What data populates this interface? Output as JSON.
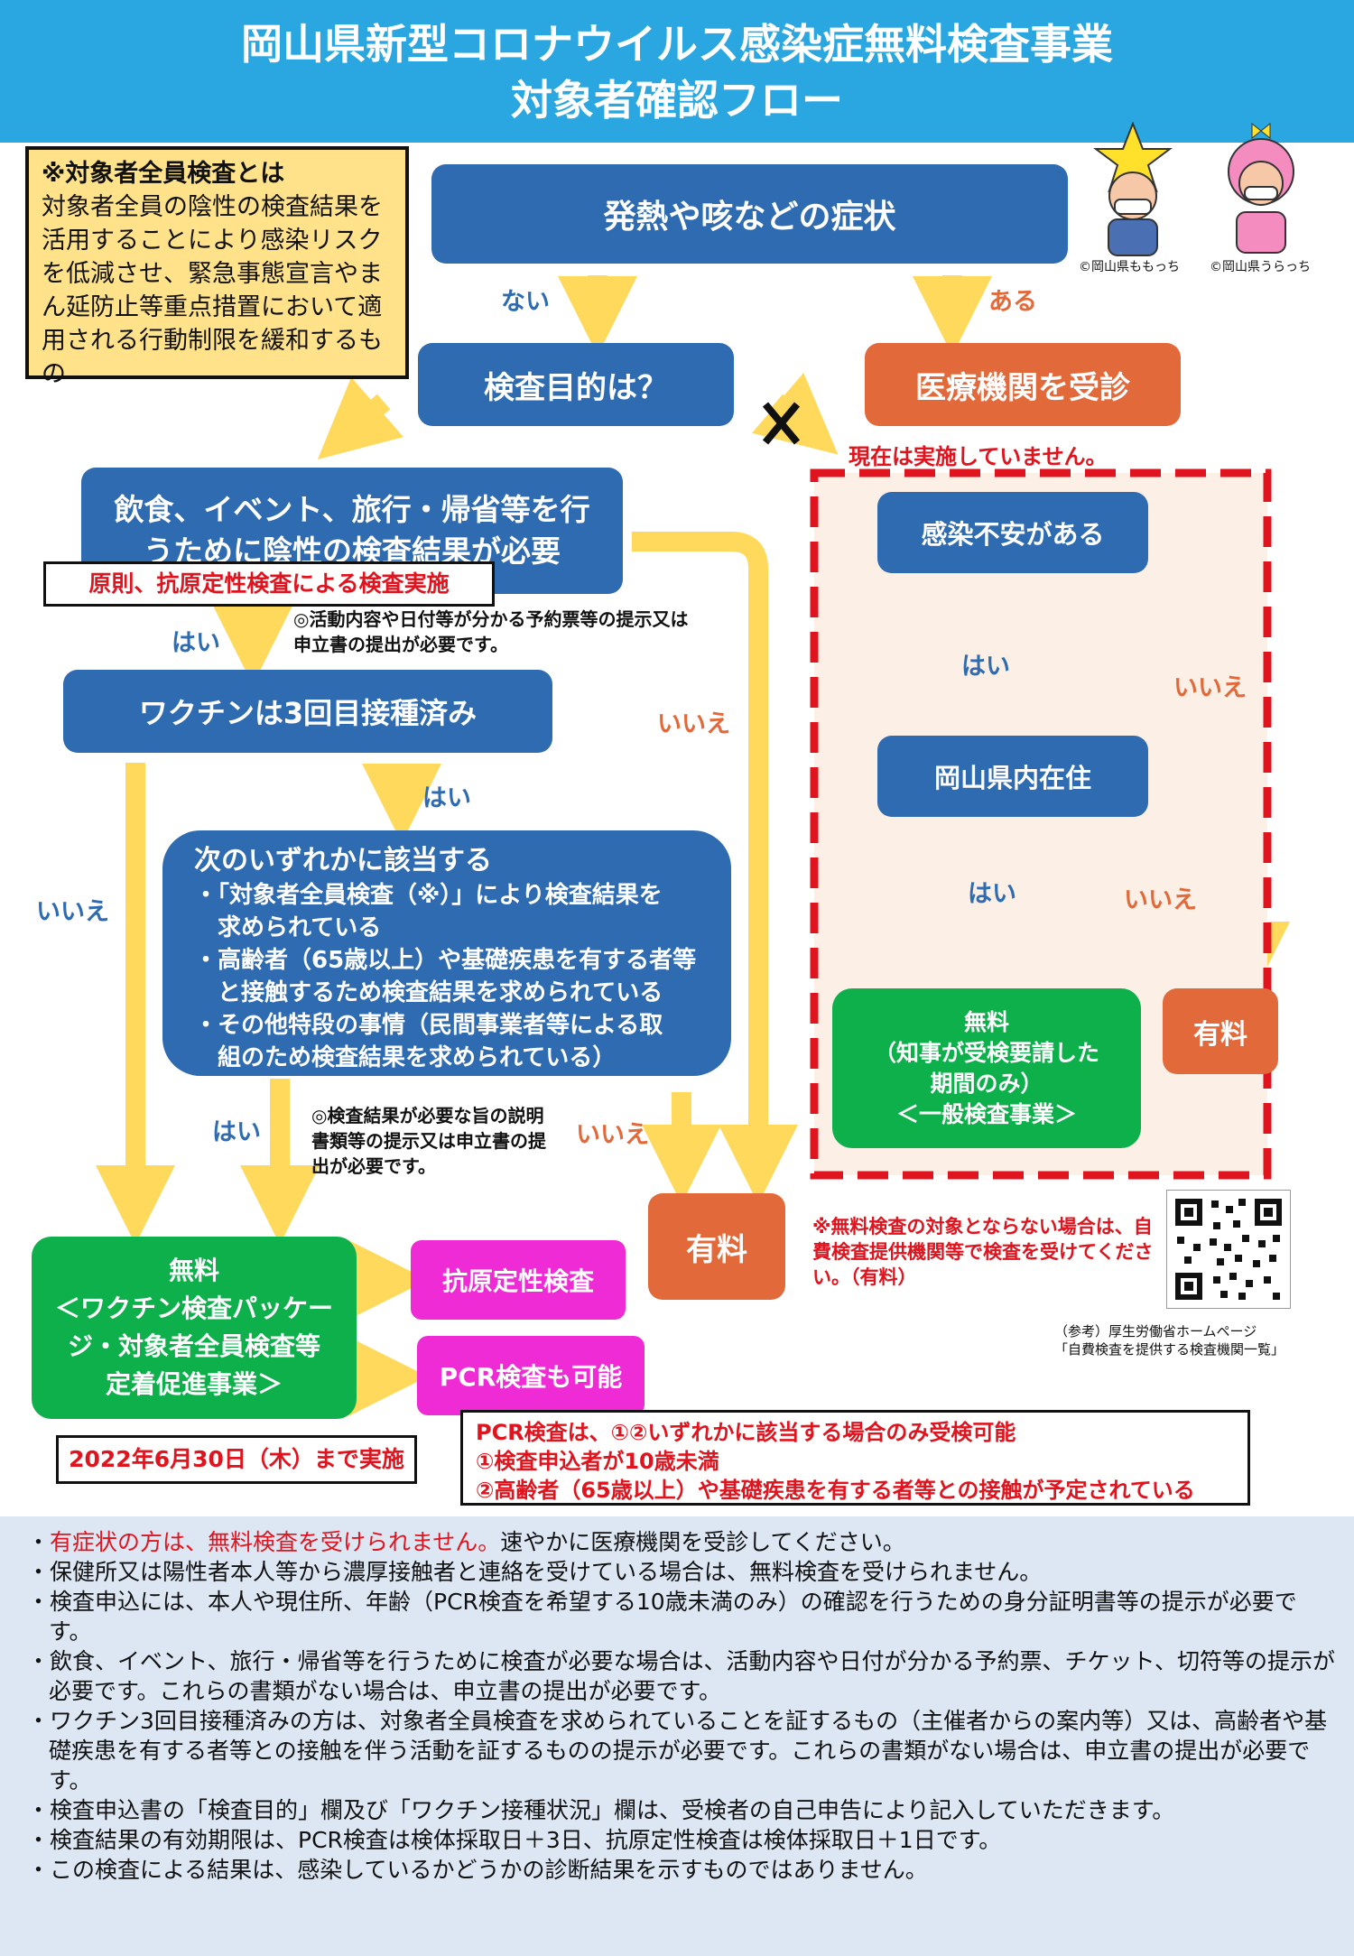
{
  "header": {
    "line1": "岡山県新型コロナウイルス感染症無料検査事業",
    "line2": "対象者確認フロー"
  },
  "note": {
    "title": "※対象者全員検査とは",
    "body": "対象者全員の陰性の検査結果を活用することにより感染リスクを低減させ、緊急事態宣言やまん延防止等重点措置において適用される行動制限を緩和するもの"
  },
  "mascots": {
    "left_caption": "©岡山県ももっち",
    "right_caption": "©岡山県うらっち"
  },
  "nodes": {
    "symptom": "発熱や咳などの症状",
    "purpose": "検査目的は？",
    "clinic": "医療機関を受診",
    "travel_line1": "飲食、イベント、旅行・帰省等を行",
    "travel_line2": "うために陰性の検査結果が必要",
    "antigen_note": "原則、抗原定性検査による検査実施",
    "reservation_note": "◎活動内容や日付等が分かる予約票等の提示又は申立書の提出が必要です。",
    "vaccine": "ワクチンは3回目接種済み",
    "any_title": "次のいずれかに該当する",
    "any_items": [
      "・「対象者全員検査（※）」により検査結果を",
      "　求められている",
      "・高齢者（65歳以上）や基礎疾患を有する者等",
      "　と接触するため検査結果を求められている",
      "・その他特段の事情（民間事業者等による取",
      "　組のため検査結果を求められている）"
    ],
    "docs_note": "◎検査結果が必要な旨の説明書類等の提示又は申立書の提出が必要です。",
    "free_title": "無料",
    "free_line2": "＜ワクチン検査パッケー",
    "free_line3": "ジ・対象者全員検査等",
    "free_line4": "定着促進事業＞",
    "until": "2022年6月30日（木）まで実施",
    "antigen": "抗原定性検査",
    "pcr": "PCR検査も可能",
    "paid_center": "有料",
    "pcr_note_title": "PCR検査は、①②いずれかに該当する場合のみ受検可能",
    "pcr_note_1": "①検査申込者が10歳未満",
    "pcr_note_2": "②高齢者（65歳以上）や基礎疾患を有する者等との接触が予定されている",
    "not_impl": "現在は実施していません。",
    "anxiety": "感染不安がある",
    "resident": "岡山県内在住",
    "free_general_1": "無料",
    "free_general_2": "（知事が受検要請した",
    "free_general_3": "期間のみ）",
    "free_general_4": "＜一般検査事業＞",
    "paid_right": "有料",
    "paid_note": "※無料検査の対象とならない場合は、自費検査提供機関等で検査を受けてください。（有料）",
    "ref_1": "（参考）厚生労働省ホームページ",
    "ref_2": "「自費検査を提供する検査機関一覧」"
  },
  "labels": {
    "nai": "ない",
    "aru": "ある",
    "hai": "はい",
    "iie": "いいえ"
  },
  "bottom": {
    "item1_red": "有症状の方は、無料検査を受けられません。",
    "item1_rest": "速やかに医療機関を受診してください。",
    "items": [
      "・保健所又は陽性者本人等から濃厚接触者と連絡を受けている場合は、無料検査を受けられません。",
      "・検査申込には、本人や現住所、年齢（PCR検査を希望する10歳未満のみ）の確認を行うための身分証明書等の提示が必要です。",
      "・飲食、イベント、旅行・帰省等を行うために検査が必要な場合は、活動内容や日付が分かる予約票、チケット、切符等の提示が必要です。これらの書類がない場合は、申立書の提出が必要です。",
      "・ワクチン3回目接種済みの方は、対象者全員検査を求められていることを証するもの（主催者からの案内等）又は、高齢者や基礎疾患を有する者等との接触を伴う活動を証するものの提示が必要です。これらの書類がない場合は、申立書の提出が必要です。",
      "・検査申込書の「検査目的」欄及び「ワクチン接種状況」欄は、受検者の自己申告により記入していただきます。",
      "・検査結果の有効期限は、PCR検査は検体採取日＋3日、抗原定性検査は検体採取日＋1日です。",
      "・この検査による結果は、感染しているかどうかの診断結果を示すものではありません。"
    ]
  },
  "colors": {
    "header": "#2aa7e0",
    "blue": "#2f6bb0",
    "orange": "#e2693a",
    "green": "#0db04b",
    "magenta": "#ee2bd4",
    "arrow": "#ffd95c",
    "red": "#e0141e"
  }
}
